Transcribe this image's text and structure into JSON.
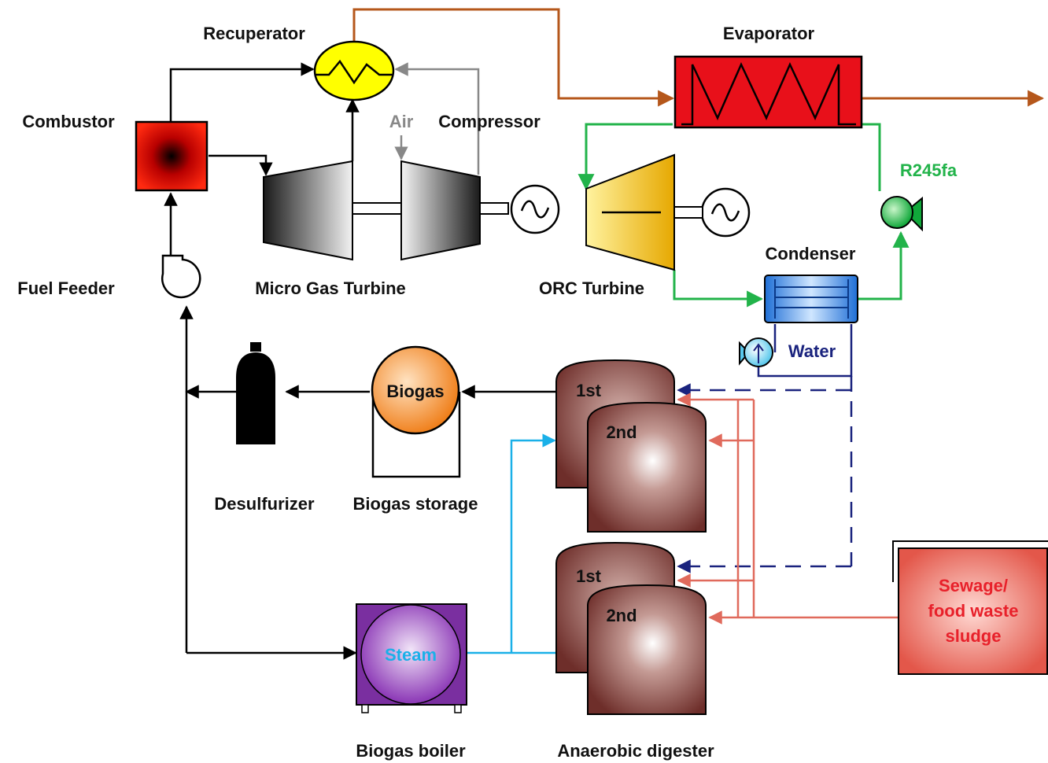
{
  "labels": {
    "recuperator": "Recuperator",
    "evaporator": "Evaporator",
    "combustor": "Combustor",
    "air": "Air",
    "compressor": "Compressor",
    "refrigerant": "R245fa",
    "condenser": "Condenser",
    "fuel_feeder": "Fuel Feeder",
    "micro_gas_turbine": "Micro Gas Turbine",
    "orc_turbine": "ORC Turbine",
    "water": "Water",
    "biogas": "Biogas",
    "desulfurizer": "Desulfurizer",
    "biogas_storage": "Biogas storage",
    "stage_first": "1st",
    "stage_second": "2nd",
    "steam": "Steam",
    "feed_line1": "Sewage/",
    "feed_line2": "food waste",
    "feed_line3": "sludge",
    "biogas_boiler": "Biogas boiler",
    "anaerobic_digester": "Anaerobic digester"
  },
  "colors": {
    "exhaust": "#b5571b",
    "orc_loop": "#22b34a",
    "cooling_water": "#1a237e",
    "steam": "#1ab0e8",
    "sludge_feed": "#e06a5c",
    "air": "#888888",
    "flow": "#000000",
    "digester": "#7a3a35",
    "boiler": "#7a2fa0",
    "biogas_tank": "#f07f1a"
  },
  "icons": [
    "heat-exchanger-icon",
    "generator-icon",
    "pump-icon",
    "gas-cylinder-icon"
  ]
}
